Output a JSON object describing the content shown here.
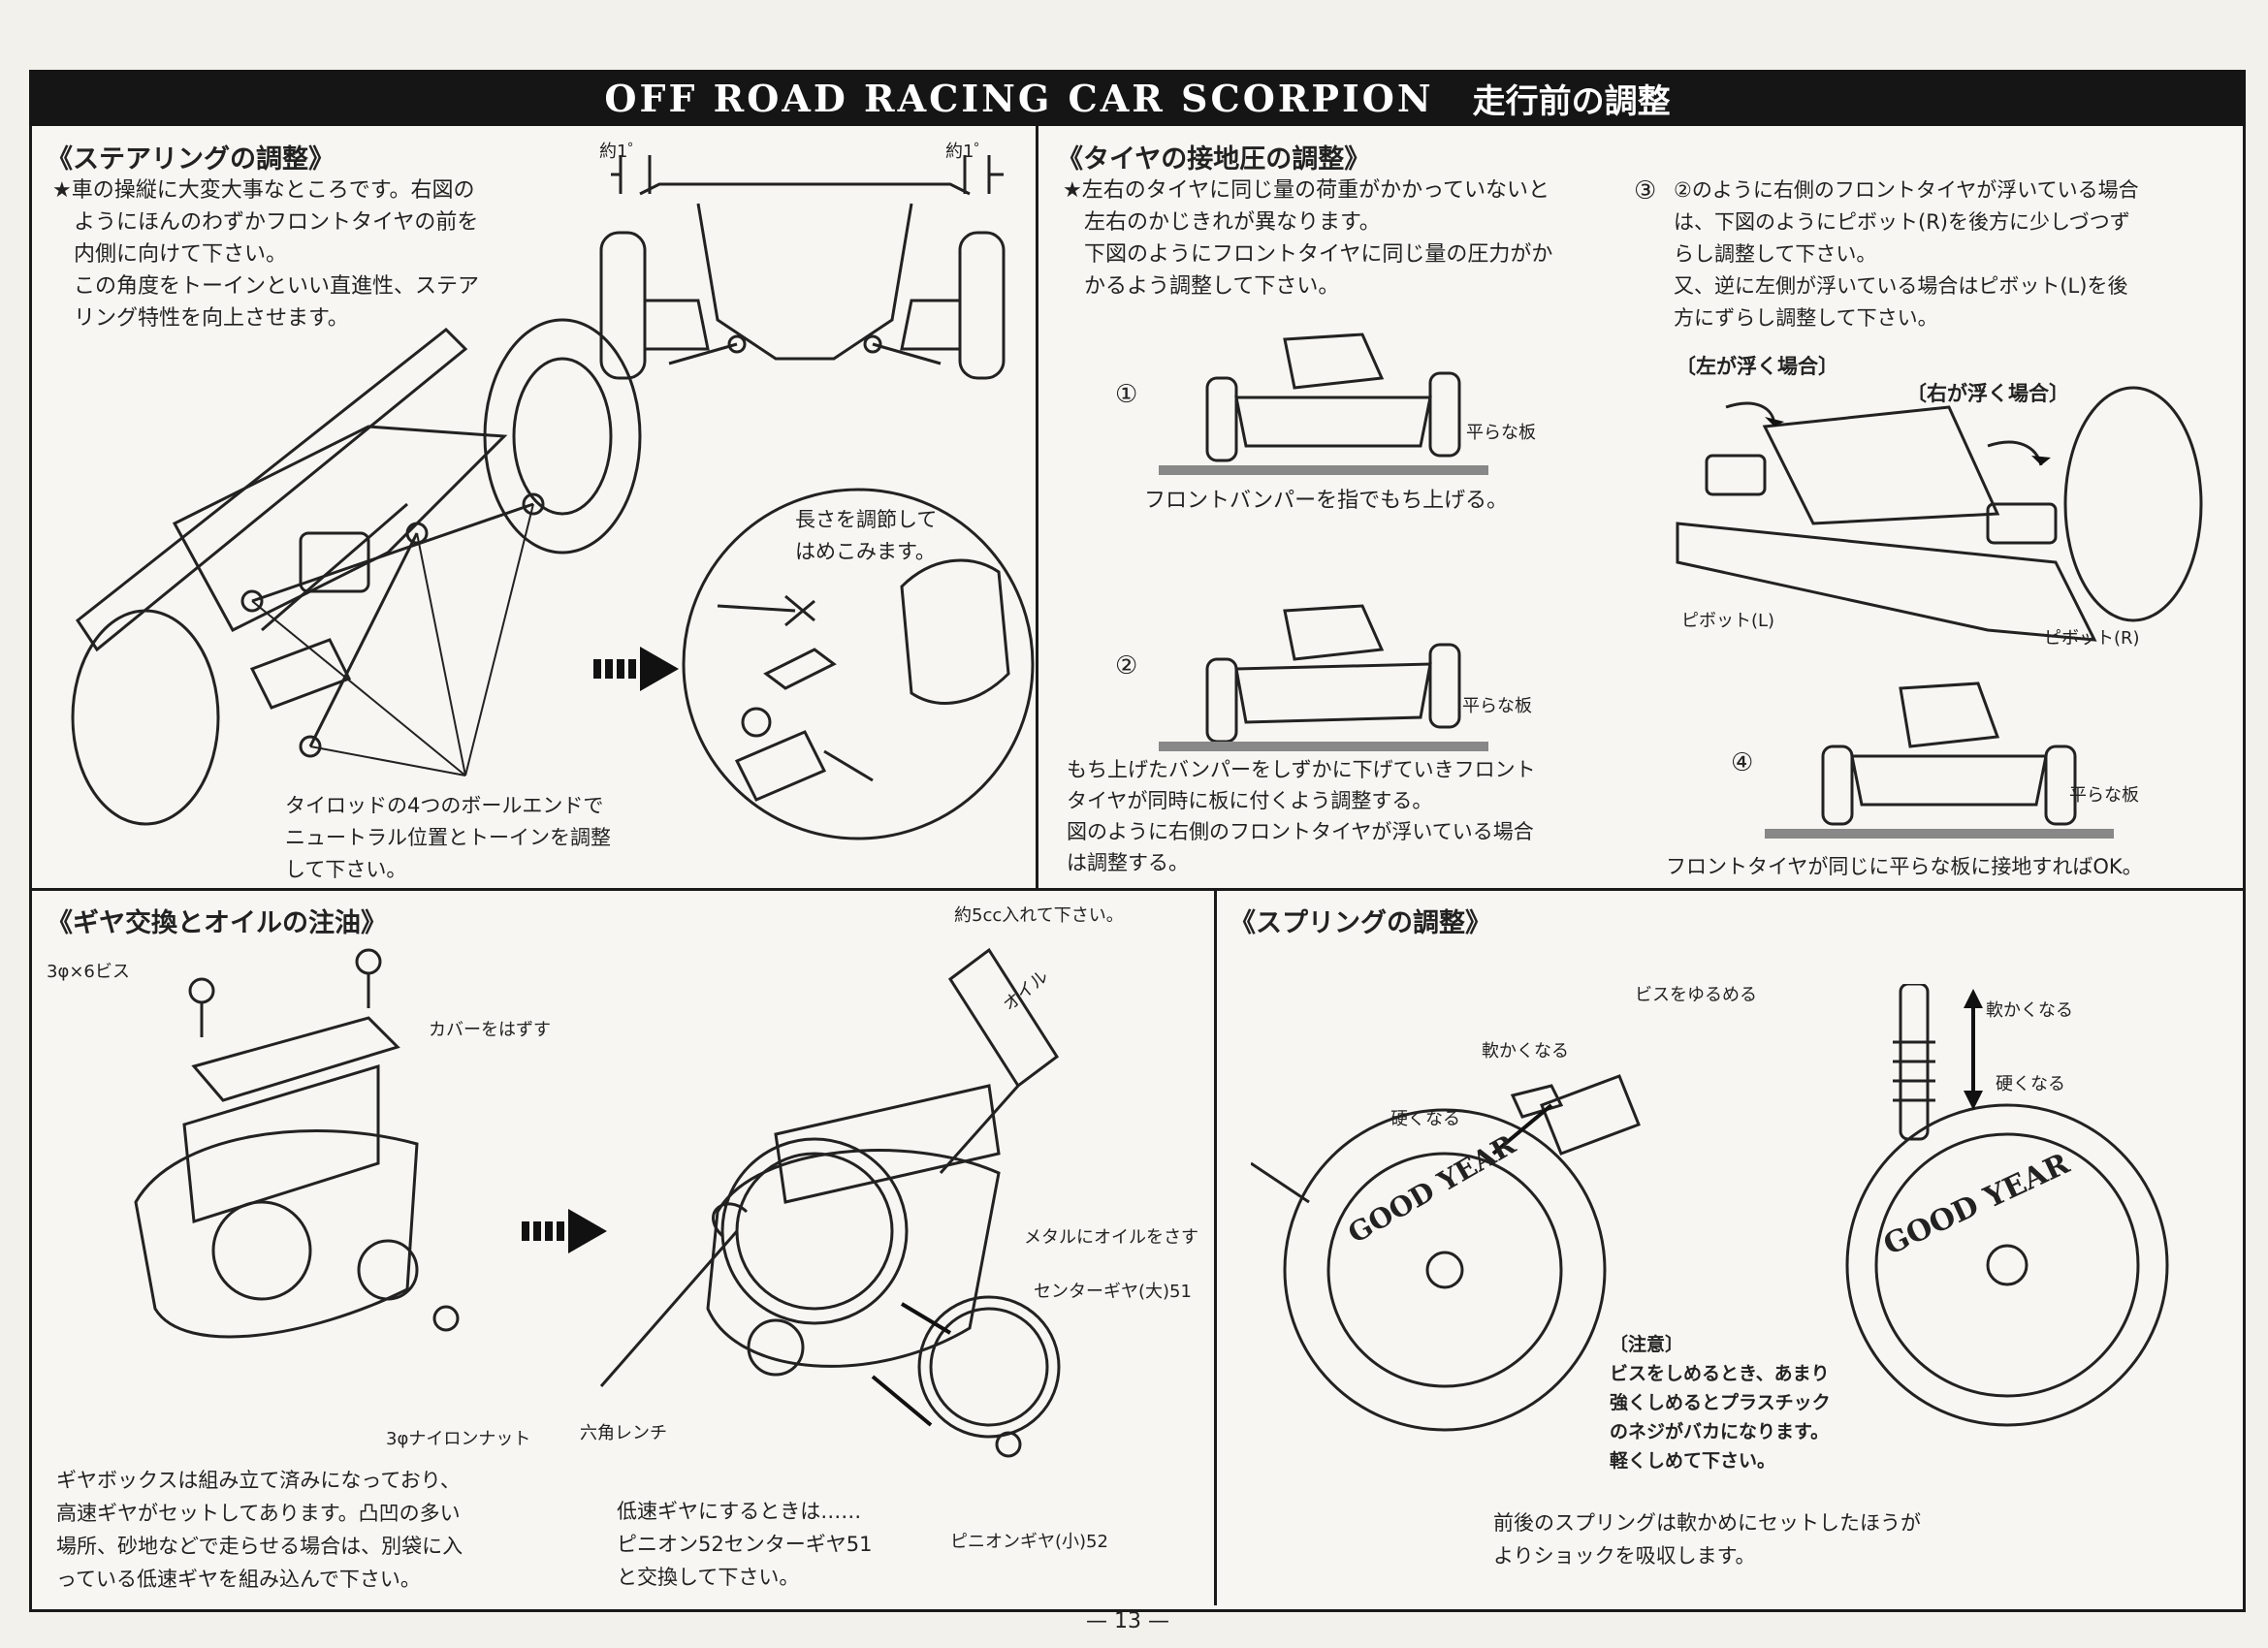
{
  "header": {
    "title_en": "OFF ROAD RACING CAR SCORPION",
    "title_jp": "走行前の調整"
  },
  "steering": {
    "title": "《ステアリングの調整》",
    "body": "★車の操縦に大変大事なところです。右図の\n　ようにほんのわずかフロントタイヤの前を\n　内側に向けて下さい。\n　この角度をトーインといい直進性、ステア\n　リング特性を向上させます。",
    "angle_left": "約1゜",
    "angle_right": "約1゜",
    "adjust_note": "長さを調節して\nはめこみます。",
    "tierod_note": "タイロッドの4つのボールエンドで\nニュートラル位置とトーインを調整\nして下さい。"
  },
  "tire": {
    "title": "《タイヤの接地圧の調整》",
    "body": "★左右のタイヤに同じ量の荷重がかかっていないと\n　左右のかじきれが異なります。\n　下図のようにフロントタイヤに同じ量の圧力がか\n　かるよう調整して下さい。",
    "step1": "①",
    "step2": "②",
    "step3": "③",
    "step4": "④",
    "board": "平らな板",
    "board2": "平らな板",
    "board4": "平らな板",
    "caption1": "フロントバンパーを指でもち上げる。",
    "caption2": "もち上げたバンパーをしずかに下げていきフロント\nタイヤが同時に板に付くよう調整する。\n図のように右側のフロントタイヤが浮いている場合\nは調整する。",
    "step3_body": "②のように右側のフロントタイヤが浮いている場合\nは、下図のようにピボット(R)を後方に少しづつず\nらし調整して下さい。\n又、逆に左側が浮いている場合はピボット(L)を後\n方にずらし調整して下さい。",
    "left_float": "〔左が浮く場合〕",
    "right_float": "〔右が浮く場合〕",
    "pivot_l": "ピボット(L)",
    "pivot_r": "ピボット(R)",
    "caption4": "フロントタイヤが同じに平らな板に接地すればOK。"
  },
  "gear": {
    "title": "《ギヤ交換とオイルの注油》",
    "screw": "3φ×6ビス",
    "cover": "カバーをはずす",
    "nut": "3φナイロンナット",
    "oil_amount": "約5cc入れて下さい。",
    "oil": "オイル",
    "metal_oil": "メタルにオイルをさす",
    "center_gear": "センターギヤ(大)51",
    "hex_wrench": "六角レンチ",
    "pinion": "ピニオンギヤ(小)52",
    "body": "ギヤボックスは組み立て済みになっており、\n高速ギヤがセットしてあります。凸凹の多い\n場所、砂地などで走らせる場合は、別袋に入\nっている低速ギヤを組み込んで下さい。",
    "low_speed": "低速ギヤにするときは……\nピニオン52センターギヤ51\nと交換して下さい。"
  },
  "spring": {
    "title": "《スプリングの調整》",
    "loosen": "ビスをゆるめる",
    "softer_l": "軟かくなる",
    "harder_l": "硬くなる",
    "softer_r": "軟かくなる",
    "harder_r": "硬くなる",
    "brand_l": "GOOD YEAR",
    "brand_r": "GOOD YEAR",
    "caution": "〔注意〕\nビスをしめるとき、あまり\n強くしめるとプラスチック\nのネジがバカになります。\n軽くしめて下さい。",
    "body": "前後のスプリングは軟かめにセットしたほうが\nよりショックを吸収します。"
  },
  "page_number": "— 13 —"
}
